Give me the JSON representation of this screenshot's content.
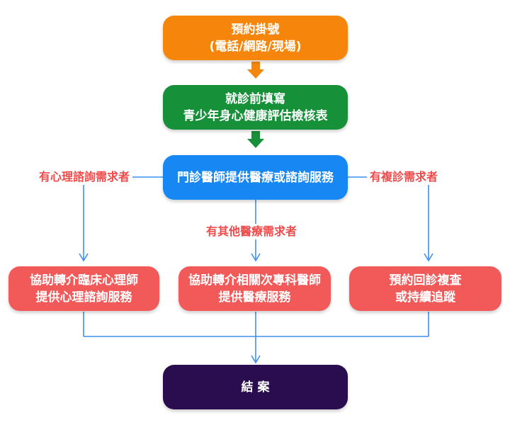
{
  "colors": {
    "orange": "#f6850b",
    "green": "#16913a",
    "blue": "#1787f4",
    "red": "#f25a5a",
    "dark": "#2a0d4f",
    "line": "#3d8ff0",
    "label": "#ef4a4a"
  },
  "steps": {
    "appointment": {
      "line1": "預約掛號",
      "line2": "(電話/網路/現場)"
    },
    "assessment": {
      "line1": "就診前填寫",
      "line2": "青少年身心健康評估檢核表"
    },
    "clinic": {
      "line1": "門診醫師提供醫療或諮詢服務"
    },
    "psych_referral": {
      "line1": "協助轉介臨床心理師",
      "line2": "提供心理諮詢服務"
    },
    "specialist_referral": {
      "line1": "協助轉介相關次專科醫師",
      "line2": "提供醫療服務"
    },
    "followup": {
      "line1": "預約回診複查",
      "line2": "或持續追蹤"
    },
    "close": {
      "line1": "結 案"
    }
  },
  "branch_labels": {
    "psych": "有心理諮詢需求者",
    "other_medical": "有其他醫療需求者",
    "revisit": "有複診需求者"
  }
}
